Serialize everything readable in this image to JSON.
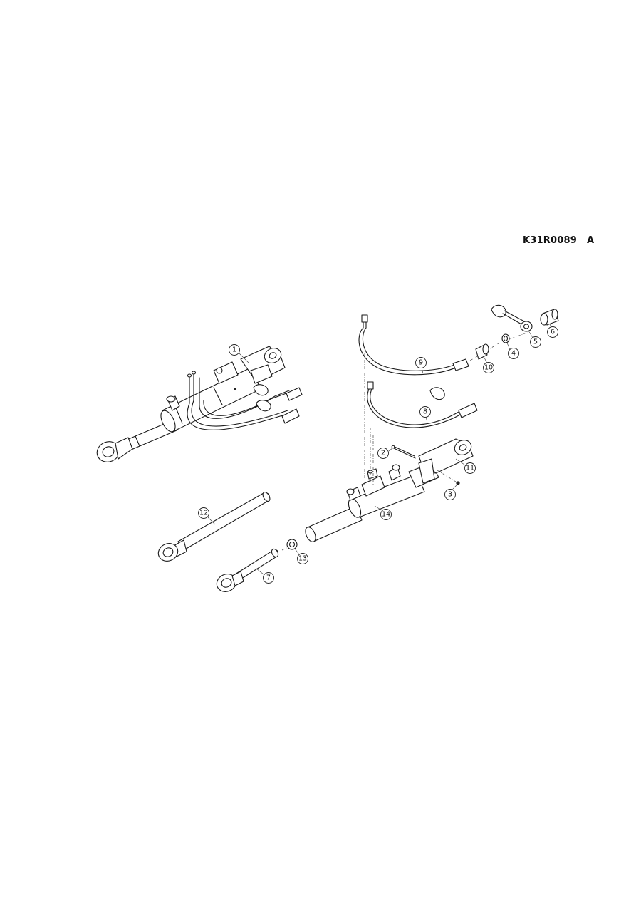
{
  "drawing": {
    "code": "K31R0089",
    "revision": "A"
  },
  "callouts": [
    "1",
    "2",
    "3",
    "4",
    "5",
    "6",
    "7",
    "8",
    "9",
    "10",
    "11",
    "12",
    "13",
    "14"
  ]
}
